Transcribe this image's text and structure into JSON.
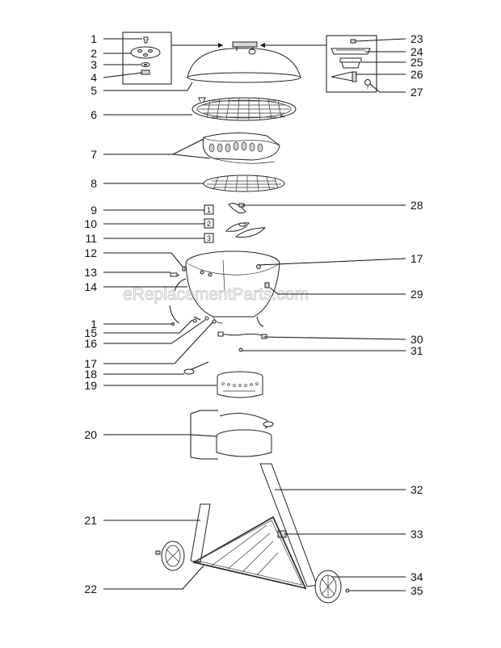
{
  "watermark": "eReplacementParts.com",
  "callouts_left": [
    "1",
    "2",
    "3",
    "4",
    "5",
    "6",
    "7",
    "8",
    "9",
    "10",
    "11",
    "12",
    "13",
    "14",
    "1",
    "15",
    "16",
    "17",
    "18",
    "19",
    "20",
    "21",
    "22"
  ],
  "callouts_right": [
    "23",
    "24",
    "25",
    "26",
    "27",
    "28",
    "17",
    "29",
    "30",
    "31",
    "32",
    "33",
    "34",
    "35"
  ],
  "boxed_labels": [
    "1",
    "2",
    "3"
  ]
}
